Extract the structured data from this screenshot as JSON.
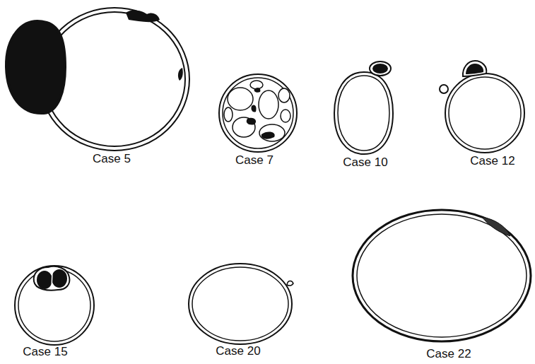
{
  "diagram": {
    "labels": [
      "Case 5",
      "Case 7",
      "Case 10",
      "Case 12",
      "Case 15",
      "Case 20",
      "Case 22"
    ]
  }
}
